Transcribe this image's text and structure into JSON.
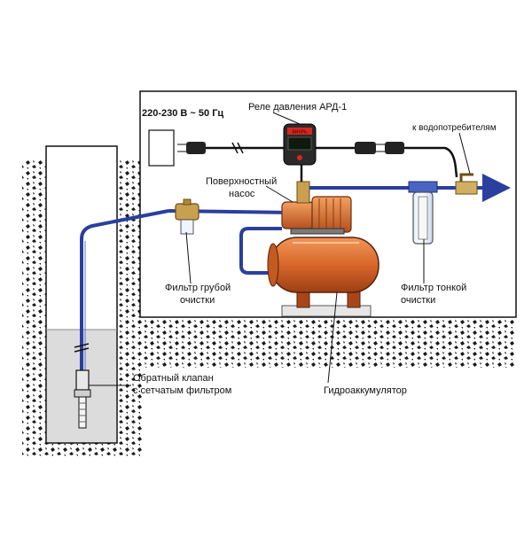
{
  "labels": {
    "power_supply": "220-230 В ~ 50 Гц",
    "pressure_relay": "Реле давления АРД-1",
    "to_consumers": "к водопотребителям",
    "surface_pump_1": "Поверхностный",
    "surface_pump_2": "насос",
    "coarse_filter_1": "Фильтр грубой",
    "coarse_filter_2": "очистки",
    "fine_filter_1": "Фильтр тонкой",
    "fine_filter_2": "очистки",
    "check_valve_1": "Обратный клапан",
    "check_valve_2": "с сетчатым фильтром",
    "accumulator": "Гидроаккумулятор",
    "relay_brand": "ВИХРЬ"
  },
  "colors": {
    "pipe": "#2a3f9e",
    "tank": "#d8672a",
    "tank_dark": "#a8461a",
    "ground": "#1a1a1a",
    "water": "#dcdcdc",
    "relay_red": "#d9261c"
  }
}
